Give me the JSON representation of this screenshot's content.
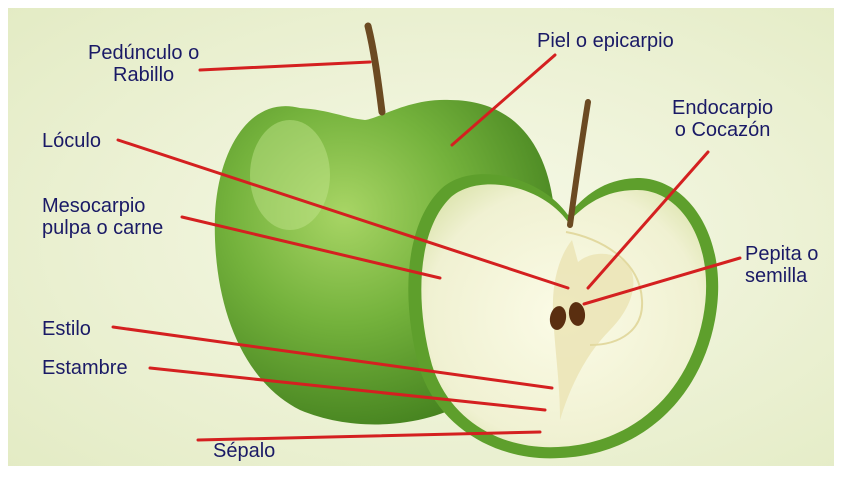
{
  "colors": {
    "background": "#eef2d6",
    "apple_green": "#6fae3a",
    "apple_dark": "#3f7a1c",
    "flesh": "#f3f3d8",
    "core": "#e6dfb0",
    "seed": "#5a2e10",
    "stem": "#6b4a22",
    "leader_line": "#d42020",
    "label_text": "#1a1a66"
  },
  "labels": {
    "peduncle": {
      "line1": "Pedúnculo o",
      "line2": "Rabillo"
    },
    "skin": {
      "line1": "Piel o epicarpio"
    },
    "endocarp": {
      "line1": "Endocarpio",
      "line2": "o Cocazón"
    },
    "locule": {
      "line1": "Lóculo"
    },
    "mesocarp": {
      "line1": "Mesocarpio",
      "line2": "pulpa o carne"
    },
    "seed": {
      "line1": "Pepita o",
      "line2": "semilla"
    },
    "style": {
      "line1": "Estilo"
    },
    "stamen": {
      "line1": "Estambre"
    },
    "sepal": {
      "line1": "Sépalo"
    }
  }
}
